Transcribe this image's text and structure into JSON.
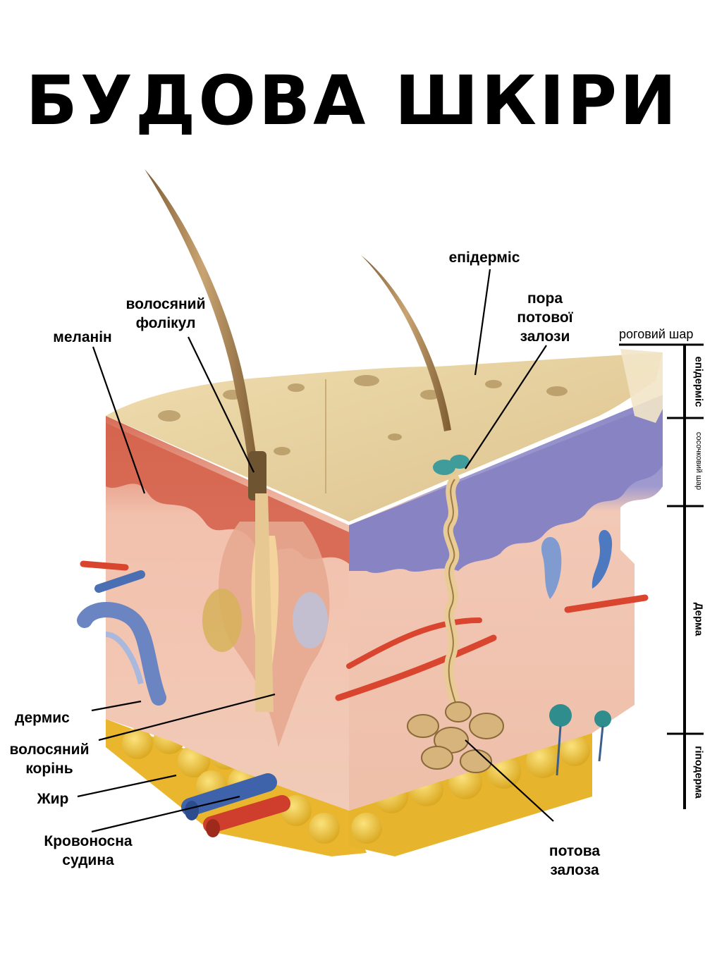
{
  "title": "БУДОВА ШКІРИ",
  "labels": {
    "epidermis": "епідерміс",
    "sweat_pore": "пора\nпотової\nзалози",
    "hair_follicle": "волосяний\nфолікул",
    "melanin": "меланін",
    "dermis": "дермис",
    "hair_root": "волосяний\nкорінь",
    "fat": "Жир",
    "blood_vessel": "Кровоносна\nсудина",
    "sweat_gland": "потова\nзалоза"
  },
  "scale": {
    "stratum_corneum": "роговий шар",
    "epidermis": "епідерміс",
    "papillary_layer": "сосочковий шар",
    "derma": "Дерма",
    "hypodermis": "гіподерма"
  },
  "colors": {
    "skin_top": "#e8d5a3",
    "dermis": "#f0c7b4",
    "dermis_dark": "#d86e58",
    "purple": "#8d8ac8",
    "fat": "#efc43a",
    "hair": "#a98553",
    "artery": "#d9452f",
    "vein": "#4b6fb3"
  }
}
